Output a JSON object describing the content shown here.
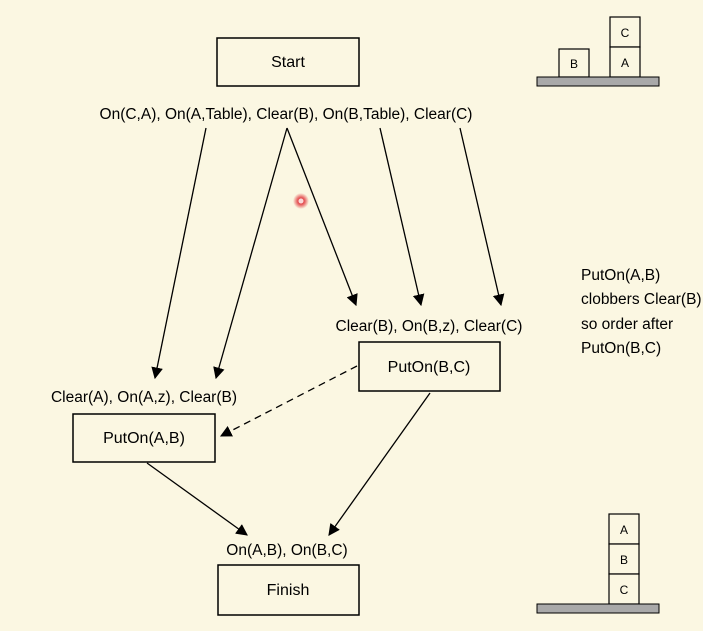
{
  "nodes": {
    "start": {
      "label": "Start",
      "conditions": "On(C,A), On(A,Table), Clear(B), On(B,Table), Clear(C)"
    },
    "puton_b_c": {
      "label": "PutOn(B,C)",
      "preconditions": "Clear(B), On(B,z), Clear(C)"
    },
    "puton_a_b": {
      "label": "PutOn(A,B)",
      "preconditions": "Clear(A), On(A,z), Clear(B)"
    },
    "finish": {
      "label": "Finish",
      "preconditions": "On(A,B), On(B,C)"
    }
  },
  "note": {
    "lines": [
      "PutOn(A,B)",
      "clobbers Clear(B)",
      "so order after",
      "PutOn(B,C)"
    ]
  },
  "initial_state_blocks": {
    "left_stack": [
      "B"
    ],
    "right_stack": [
      "C",
      "A"
    ]
  },
  "goal_state_blocks": {
    "stack": [
      "A",
      "B",
      "C"
    ]
  },
  "colors": {
    "background": "#fbf7e2",
    "table": "#a9a9a9",
    "cursor_dot": "#e0343a"
  }
}
